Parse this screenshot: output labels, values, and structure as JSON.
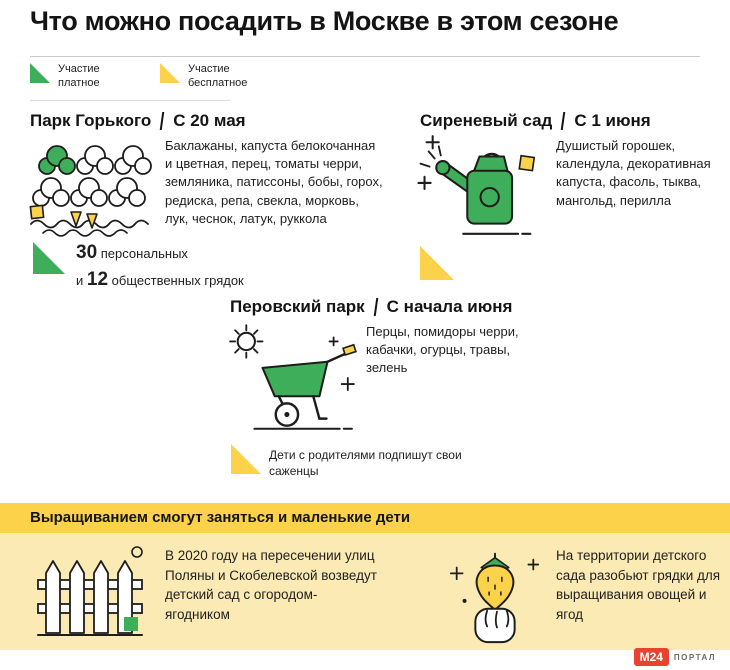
{
  "title": "Что можно посадить в Москве в этом сезоне",
  "legend": {
    "paid": "Участие платное",
    "free": "Участие бесплатное"
  },
  "colors": {
    "green": "#3fae5b",
    "yellow": "#fcd24b",
    "pale_yellow": "#fbeab3",
    "logo_red": "#e8432e"
  },
  "parks": {
    "gorky": {
      "name": "Парк Горького",
      "date": "С 20 мая",
      "plants": "Баклажаны, капуста белокочанная и цветная, перец, томаты черри, земляника, патиссоны, бобы, горох, редиска, репа, свекла, морковь, лук, чеснок, латук, руккола",
      "stat": {
        "num1": "30",
        "label1": "персональных",
        "conj": "и",
        "num2": "12",
        "label2": "общественных грядок"
      }
    },
    "sirenevy": {
      "name": "Сиреневый сад",
      "date": "С 1 июня",
      "plants": "Душистый горошек, календула, декоративная капуста, фасоль, тыква, мангольд, перилла"
    },
    "perovsky": {
      "name": "Перовский парк",
      "date": "С начала июня",
      "plants": "Перцы, помидоры черри, кабачки, огурцы, травы, зелень",
      "note": "Дети с родителями подпишут свои саженцы"
    }
  },
  "kids": {
    "header": "Выращиванием смогут заняться и маленькие дети",
    "left_text": "В 2020 году на пересечении улиц Поляны и Скобелевской возведут детский сад с огородом-ягодником",
    "right_text": "На территории детского сада разобьют грядки для выращивания овощей и ягод"
  },
  "footer": {
    "logo": "М24",
    "logo_sub": "ПОРТАЛ"
  }
}
